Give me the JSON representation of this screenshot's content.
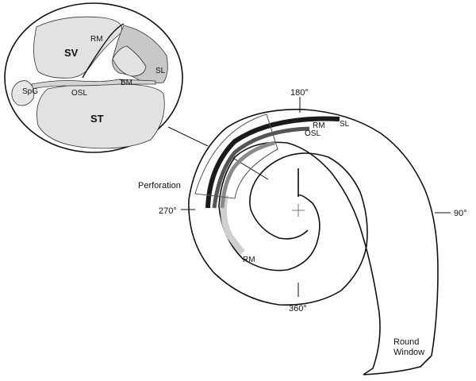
{
  "inset": {
    "labels": {
      "sv": "SV",
      "st": "ST",
      "rm": "RM",
      "sl": "SL",
      "bm": "BM",
      "osl": "OSL",
      "spg": "SpG"
    }
  },
  "cochlea": {
    "angles": {
      "a180": "180°",
      "a90": "90°",
      "a270": "270°",
      "a360": "360°"
    },
    "band_labels": {
      "sl": "SL",
      "rm": "RM",
      "osl": "OSL",
      "rm_lower": "RM"
    },
    "perforation": "Perforation",
    "round_window": [
      "Round",
      "Window"
    ]
  },
  "colors": {
    "line": "#111111",
    "band_sl": "#1a1a1a",
    "band_rm": "#555555",
    "band_osl": "#8a8a8a",
    "band_rm_light": "#cfcfcf",
    "tissue": "#e2e2e2",
    "tissue_dark": "#c8c8c8"
  }
}
